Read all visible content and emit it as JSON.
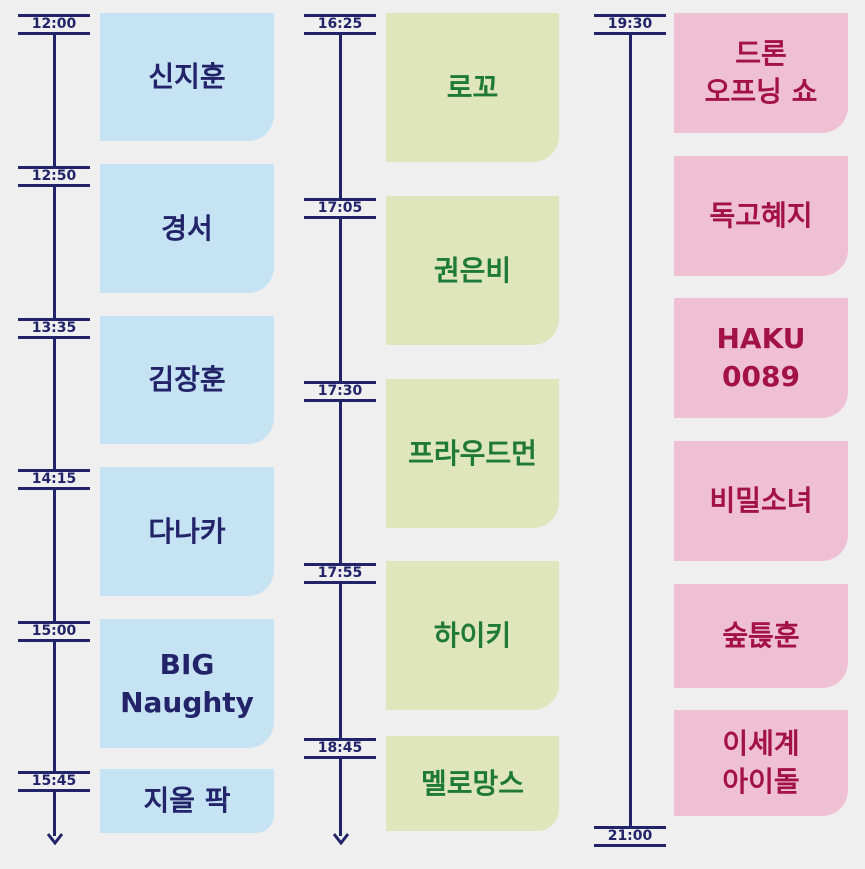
{
  "colors": {
    "line": "#23236a",
    "blue_card": "#c5e3f3",
    "green_card": "#e0e6bc",
    "green_text": "#1f7a3a",
    "pink_card": "#efbfd4",
    "pink_text": "#a31246"
  },
  "columns": [
    {
      "times": [
        "12:00",
        "12:50",
        "13:35",
        "14:15",
        "15:00",
        "15:45"
      ],
      "acts": [
        "신지훈",
        "경서",
        "김장훈",
        "다나카",
        "BIG\nNaughty",
        "지올 팍"
      ]
    },
    {
      "times": [
        "16:25",
        "17:05",
        "17:30",
        "17:55",
        "18:45"
      ],
      "acts": [
        "로꼬",
        "권은비",
        "프라우드먼",
        "하이키",
        "멜로망스"
      ]
    },
    {
      "times": [
        "19:30",
        "21:00"
      ],
      "acts": [
        "드론\n오프닝 쇼",
        "독고혜지",
        "HAKU\n0089",
        "비밀소녀",
        "숲튽훈",
        "이세계\n아이돌"
      ]
    }
  ]
}
